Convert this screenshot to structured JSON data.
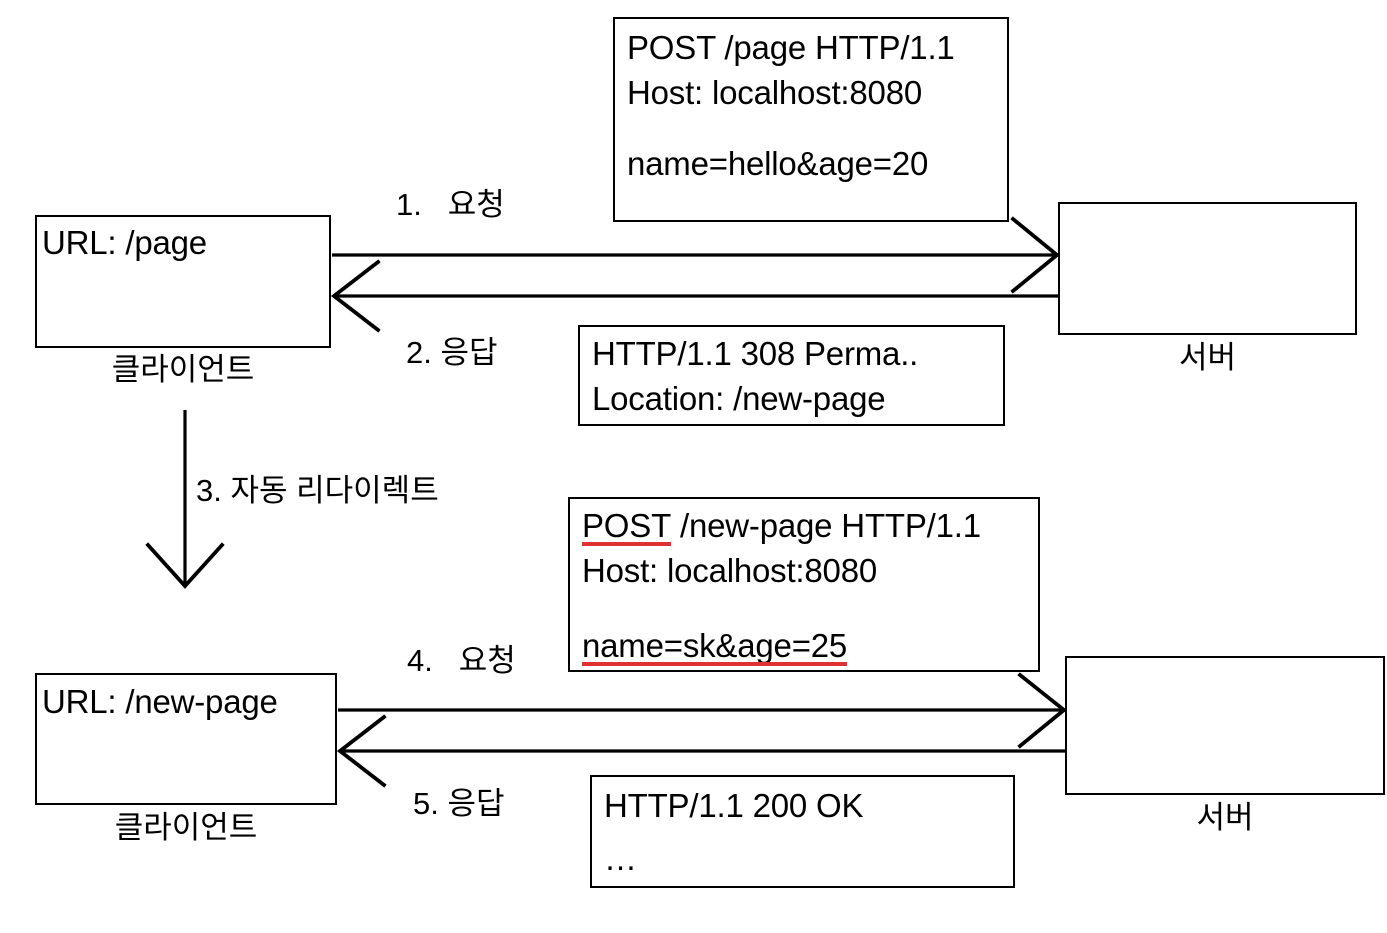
{
  "diagram": {
    "title_flow": "HTTP 308 Permanent Redirect POST flow",
    "colors": {
      "stroke": "#000000",
      "background": "#ffffff",
      "highlight": "#e03131"
    },
    "messages": {
      "request_1": {
        "line1": "POST /page HTTP/1.1",
        "line2": "Host: localhost:8080",
        "line3": "",
        "line4": "name=hello&age=20"
      },
      "response_1": {
        "line1": "HTTP/1.1 308 Perma..",
        "line2": "Location: /new-page"
      },
      "request_2": {
        "line1_method": "POST",
        "line1_rest": " /new-page HTTP/1.1",
        "line2": "Host: localhost:8080",
        "line3": "",
        "line4": "name=sk&age=25"
      },
      "response_2": {
        "line1": "HTTP/1.1 200 OK",
        "line2": "…"
      }
    },
    "top_flow": {
      "client_url": "URL: /page",
      "client_label": "클라이언트",
      "server_label": "서버",
      "request_label": "1.   요청",
      "response_label": "2. 응답"
    },
    "redirect": {
      "label": "3. 자동 리다이렉트"
    },
    "bottom_flow": {
      "client_url": "URL: /new-page",
      "client_label": "클라이언트",
      "server_label": "서버",
      "request_label": "4.   요청",
      "response_label": "5. 응답"
    }
  }
}
